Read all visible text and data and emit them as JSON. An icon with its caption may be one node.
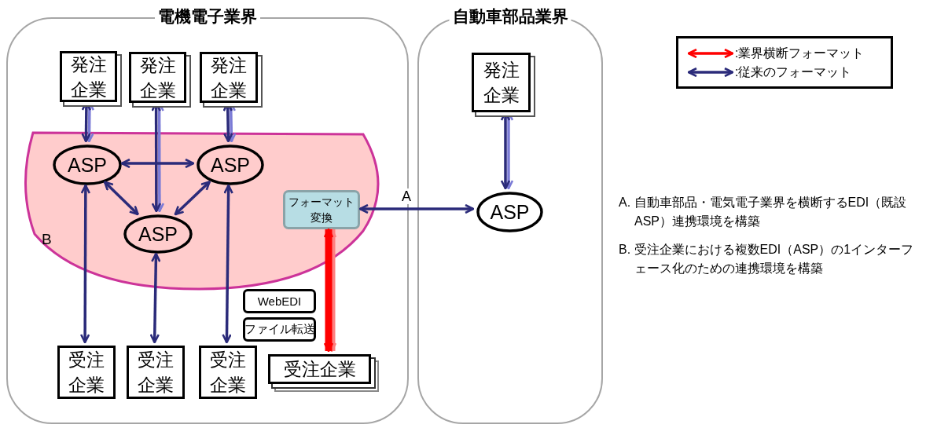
{
  "diagram": {
    "nodes": [
      {
        "text": [
          "電機電子業界"
        ]
      },
      {
        "text": [
          "自動車部品業界"
        ]
      },
      {
        "text": [
          "B"
        ],
        "in": 0
      },
      {
        "text": [
          "発注企業"
        ],
        "in": 0
      },
      {
        "text": [
          "発注企業"
        ],
        "in": 0
      },
      {
        "text": [
          "発注企業"
        ],
        "in": 0
      },
      {
        "text": [
          "ASP"
        ],
        "in": 2
      },
      {
        "text": [
          "ASP"
        ],
        "in": 2
      },
      {
        "text": [
          "ASP"
        ],
        "in": 2
      },
      {
        "text": [
          "フォーマット変換"
        ],
        "in": 2
      },
      {
        "text": [
          "WebEDI"
        ],
        "in": 0
      },
      {
        "text": [
          "ファイル転送"
        ],
        "in": 0
      },
      {
        "text": [
          "受注企業"
        ],
        "in": 0
      },
      {
        "text": [
          "受注企業"
        ],
        "in": 0
      },
      {
        "text": [
          "受注企業"
        ],
        "in": 0
      },
      {
        "text": [
          "受注企業"
        ],
        "in": 0
      },
      {
        "text": [
          "発注企業"
        ],
        "in": 1
      },
      {
        "text": [
          "ASP"
        ],
        "in": 1
      }
    ],
    "edges": [
      {
        "from": 3,
        "to": 6,
        "arrow": "both"
      },
      {
        "from": 4,
        "to": 8,
        "arrow": "both"
      },
      {
        "from": 5,
        "to": 7,
        "arrow": "both"
      },
      {
        "from": 6,
        "to": 7,
        "arrow": "both"
      },
      {
        "from": 6,
        "to": 8,
        "arrow": "both"
      },
      {
        "from": 7,
        "to": 8,
        "arrow": "both"
      },
      {
        "from": 6,
        "to": 12,
        "arrow": "both"
      },
      {
        "from": 8,
        "to": 13,
        "arrow": "both"
      },
      {
        "from": 7,
        "to": 14,
        "arrow": "both"
      },
      {
        "from": 9,
        "to": 15,
        "arrow": "both",
        "style": "thick",
        "color": "#ff0000"
      },
      {
        "from": 9,
        "to": 17,
        "arrow": "both",
        "label": "A"
      },
      {
        "from": 16,
        "to": 17,
        "arrow": "both"
      }
    ],
    "labels": [
      "A. 自動車部品・電気電子業界を横断するEDI（既設ASP）連携環境を構築",
      "B. 受注企業における複数EDI（ASP）の1インターフェース化のための連携環境を構築"
    ],
    "legend": [
      {
        "text": ":業界横断フォーマット"
      },
      {
        "text": ":従来のフォーマット"
      }
    ]
  }
}
